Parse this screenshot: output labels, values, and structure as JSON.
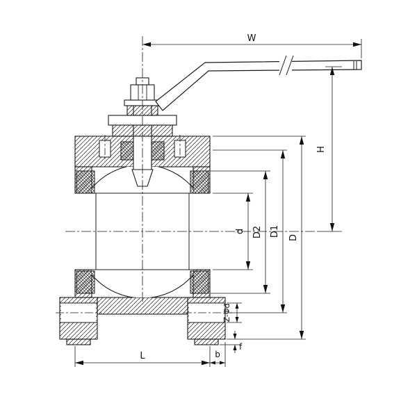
{
  "canvas": {
    "background": "#ffffff",
    "ink": "#1a1a1a"
  },
  "drawing": {
    "labels": {
      "W": "W",
      "H": "H",
      "d": "d",
      "D2": "D2",
      "D1": "D1",
      "D": "D",
      "z_phi_d": "Z-Φd",
      "f": "f",
      "b": "b",
      "L": "L"
    }
  }
}
